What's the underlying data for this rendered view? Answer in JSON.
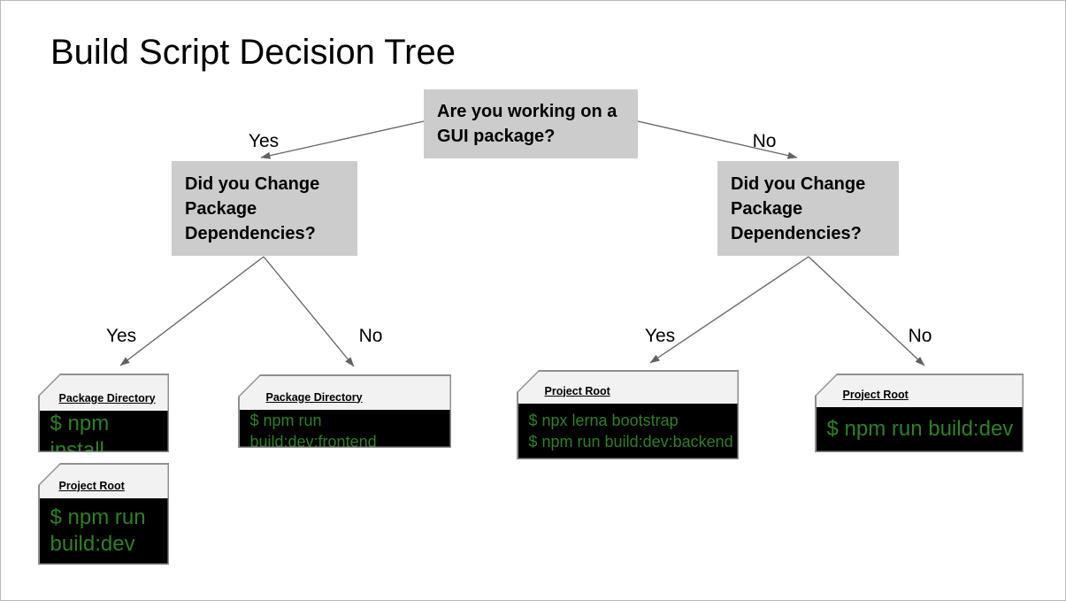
{
  "title": "Build Script Decision Tree",
  "colors": {
    "decision_fill": "#cccccc",
    "card_header_fill": "#f2f2f2",
    "card_border": "#8f8f8f",
    "terminal_bg": "#000000",
    "terminal_text_green": "#317f2a",
    "connector": "#616161"
  },
  "tree": {
    "root": {
      "question": "Are you working on a GUI package?",
      "yes_label": "Yes",
      "no_label": "No"
    },
    "left": {
      "question": "Did you Change Package Dependencies?",
      "yes_label": "Yes",
      "no_label": "No"
    },
    "right": {
      "question": "Did you Change Package Dependencies?",
      "yes_label": "Yes",
      "no_label": "No"
    }
  },
  "cards": [
    {
      "location": "Package Directory",
      "commands": [
        "$ npm install"
      ]
    },
    {
      "location": "Project Root",
      "commands": [
        "$ npm run build:dev"
      ]
    },
    {
      "location": "Package Directory",
      "commands": [
        "$ npm run build:dev:frontend"
      ]
    },
    {
      "location": "Project Root",
      "commands": [
        "$ npx lerna bootstrap",
        "$ npm run build:dev:backend"
      ]
    },
    {
      "location": "Project Root",
      "commands": [
        "$ npm run build:dev"
      ]
    }
  ]
}
